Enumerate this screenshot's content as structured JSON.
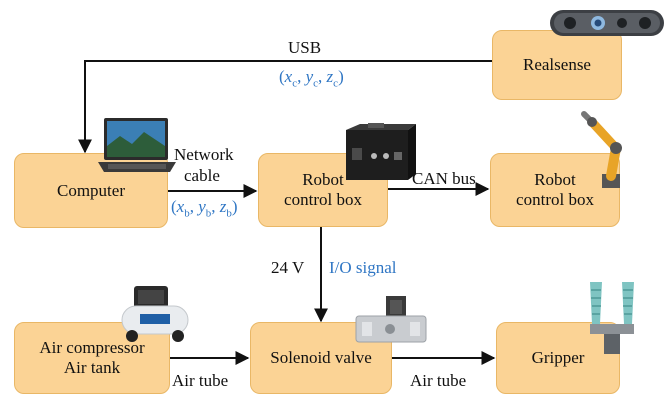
{
  "boxes": {
    "realsense": "Realsense",
    "computer": "Computer",
    "control_box": [
      "Robot",
      "control box"
    ],
    "robot": [
      "Robot",
      "control box"
    ],
    "compressor": [
      "Air compressor",
      "Air tank"
    ],
    "solenoid": "Solenoid valve",
    "gripper": "Gripper"
  },
  "labels": {
    "usb": "USB",
    "network": [
      "Network",
      "cable"
    ],
    "can": "CAN bus",
    "volt": "24 V",
    "io": "I/O signal",
    "air1": "Air tube",
    "air2": "Air tube"
  },
  "coords": {
    "camera": {
      "x": "x",
      "xs": "c",
      "y": "y",
      "ys": "c",
      "z": "z",
      "zs": "c"
    },
    "base": {
      "x": "x",
      "xs": "b",
      "y": "y",
      "ys": "b",
      "z": "z",
      "zs": "b"
    }
  },
  "colors": {
    "box_fill": "#fbd395",
    "box_border": "#e9b766",
    "accent_blue": "#2f76c4"
  },
  "icons": [
    "realsense-camera-icon",
    "laptop-icon",
    "control-box-device-icon",
    "robot-arm-icon",
    "air-compressor-icon",
    "solenoid-valve-icon",
    "gripper-icon"
  ]
}
